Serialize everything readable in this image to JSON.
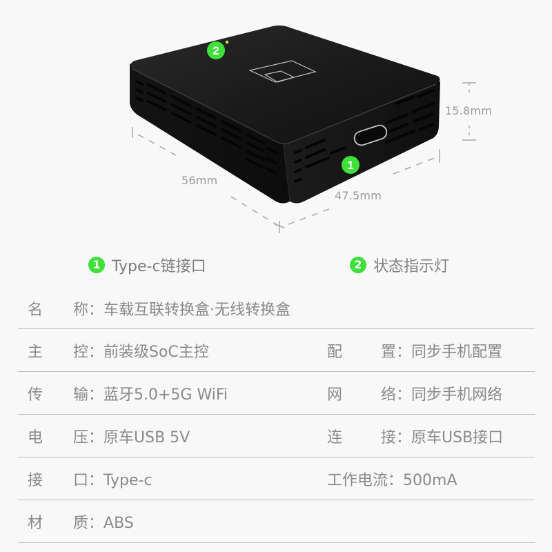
{
  "product": {
    "name": "车载互联转换盒",
    "dimensions": {
      "length": "56mm",
      "width": "47.5mm",
      "height": "15.8mm"
    },
    "callouts": [
      {
        "number": "1",
        "label": "Type-c链接口"
      },
      {
        "number": "2",
        "label": "状态指示灯"
      }
    ],
    "colors": {
      "badge": "#3fe03a",
      "device": "#1a1a1a",
      "text": "#8a8a8a",
      "divider": "#bdbdbd",
      "background": "#f8f8f8"
    }
  },
  "specs": {
    "rows": [
      {
        "left": {
          "k1": "名",
          "k2": "称：",
          "value": "车载互联转换盒·无线转换盒"
        }
      },
      {
        "left": {
          "k1": "主",
          "k2": "控：",
          "value": "前装级SoC主控"
        },
        "right": {
          "k1": "配",
          "k2": "置：",
          "value": "同步手机配置"
        }
      },
      {
        "left": {
          "k1": "传",
          "k2": "输：",
          "value": "蓝牙5.0+5G WiFi"
        },
        "right": {
          "k1": "网",
          "k2": "络：",
          "value": "同步手机网络"
        }
      },
      {
        "left": {
          "k1": "电",
          "k2": "压：",
          "value": "原车USB 5V"
        },
        "right": {
          "k1": "连",
          "k2": "接：",
          "value": "原车USB接口"
        }
      },
      {
        "left": {
          "k1": "接",
          "k2": "口：",
          "value": "Type-c"
        },
        "right": {
          "label": "工作电流：",
          "value": "500mA"
        }
      },
      {
        "left": {
          "k1": "材",
          "k2": "质：",
          "value": "ABS"
        }
      }
    ]
  }
}
